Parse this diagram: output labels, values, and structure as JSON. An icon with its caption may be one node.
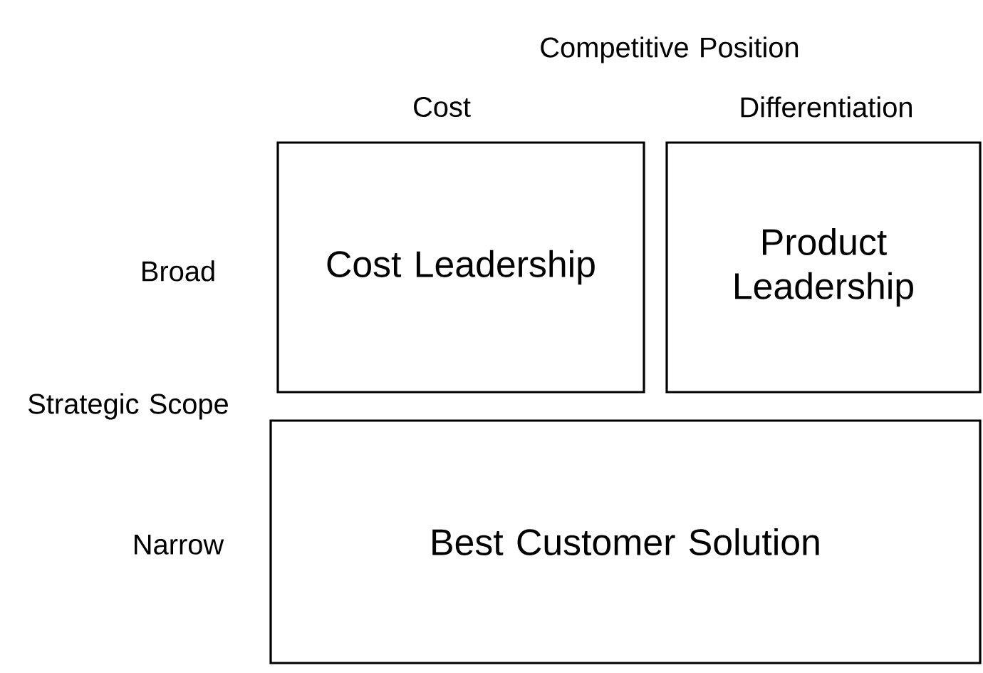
{
  "diagram": {
    "nodes": [
      {
        "text": [
          "Cost Leadership"
        ]
      },
      {
        "text": [
          "Product Leadership"
        ]
      },
      {
        "text": [
          "Best Customer Solution"
        ]
      }
    ],
    "edges": [],
    "labels": [
      "Competitive Position",
      "Cost",
      "Differentiation",
      "Broad",
      "Strategic Scope",
      "Narrow"
    ]
  }
}
